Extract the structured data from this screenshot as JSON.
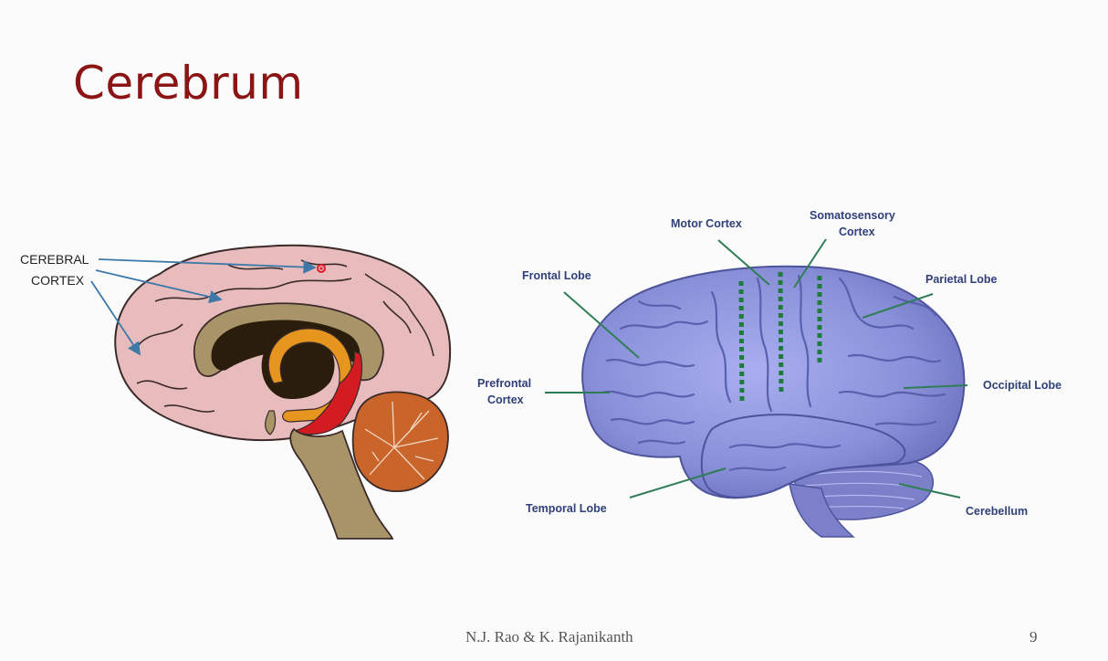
{
  "slide": {
    "title": "Cerebrum",
    "author": "N.J. Rao & K. Rajanikanth",
    "page_number": "9"
  },
  "left_diagram": {
    "label_line1": "CEREBRAL",
    "label_line2": "CORTEX"
  },
  "right_diagram": {
    "motor_cortex": "Motor Cortex",
    "somatosensory_line1": "Somatosensory",
    "somatosensory_line2": "Cortex",
    "frontal_lobe": "Frontal Lobe",
    "parietal_lobe": "Parietal Lobe",
    "prefrontal_line1": "Prefrontal",
    "prefrontal_line2": "Cortex",
    "occipital_lobe": "Occipital Lobe",
    "temporal_lobe": "Temporal Lobe",
    "cerebellum": "Cerebellum"
  },
  "colors": {
    "title": "#8b1414",
    "cortex_pink": "#e8bcbc",
    "brainstem_tan": "#a89468",
    "cerebellum_brown": "#c9652a",
    "lateral_brain_blue": "#8c92d8",
    "leader_green": "#2f7d56",
    "dash_green": "#1f7a3e"
  }
}
